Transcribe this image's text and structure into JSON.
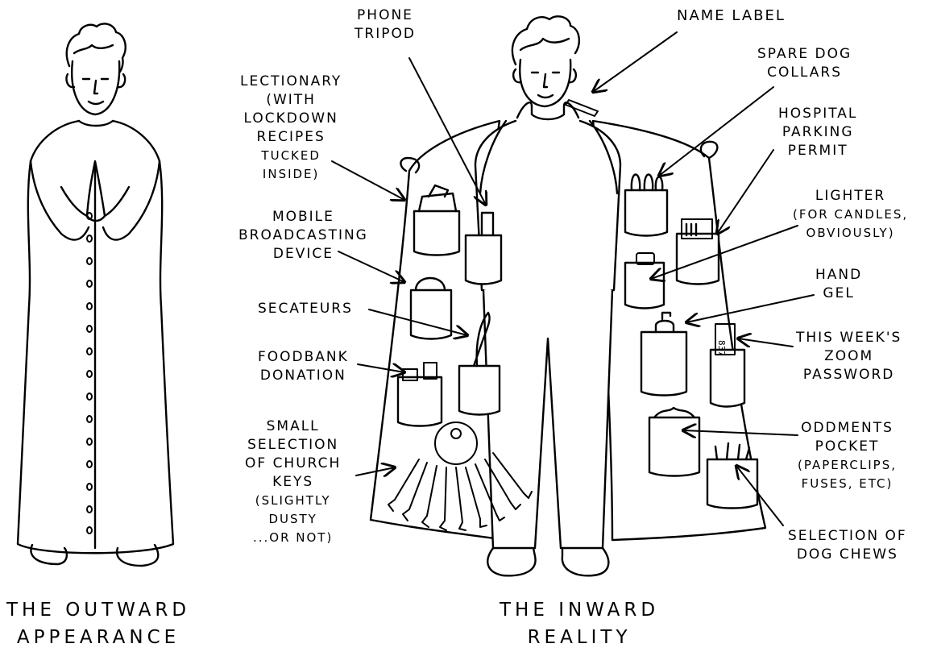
{
  "captions": {
    "left": [
      "THE OUTWARD",
      "APPEARANCE"
    ],
    "right": [
      "THE INWARD",
      "REALITY"
    ]
  },
  "labels": {
    "phone_tripod": [
      "PHONE",
      "TRIPOD"
    ],
    "name_label": [
      "NAME LABEL"
    ],
    "lectionary": [
      "LECTIONARY",
      "(WITH",
      "LOCKDOWN",
      "RECIPES",
      "TUCKED",
      "INSIDE)"
    ],
    "spare_dog_collars": [
      "SPARE DOG",
      "COLLARS"
    ],
    "hospital_parking_permit": [
      "HOSPITAL",
      "PARKING",
      "PERMIT"
    ],
    "mobile_broadcasting_device": [
      "MOBILE",
      "BROADCASTING",
      "DEVICE"
    ],
    "lighter": [
      "LIGHTER",
      "(FOR CANDLES,",
      "OBVIOUSLY)"
    ],
    "secateurs": [
      "SECATEURS"
    ],
    "hand_gel": [
      "HAND",
      "GEL"
    ],
    "foodbank_donation": [
      "FOODBANK",
      "DONATION"
    ],
    "zoom_password": [
      "THIS WEEK'S",
      "ZOOM",
      "PASSWORD"
    ],
    "church_keys": [
      "SMALL",
      "SELECTION",
      "OF CHURCH",
      "KEYS",
      "(SLIGHTLY",
      "DUSTY",
      "...OR NOT)"
    ],
    "oddments_pocket": [
      "ODDMENTS",
      "POCKET",
      "(PAPERCLIPS,",
      "FUSES, ETC)"
    ],
    "dog_chews": [
      "SELECTION OF",
      "DOG CHEWS"
    ]
  },
  "password_tag_text": "837"
}
